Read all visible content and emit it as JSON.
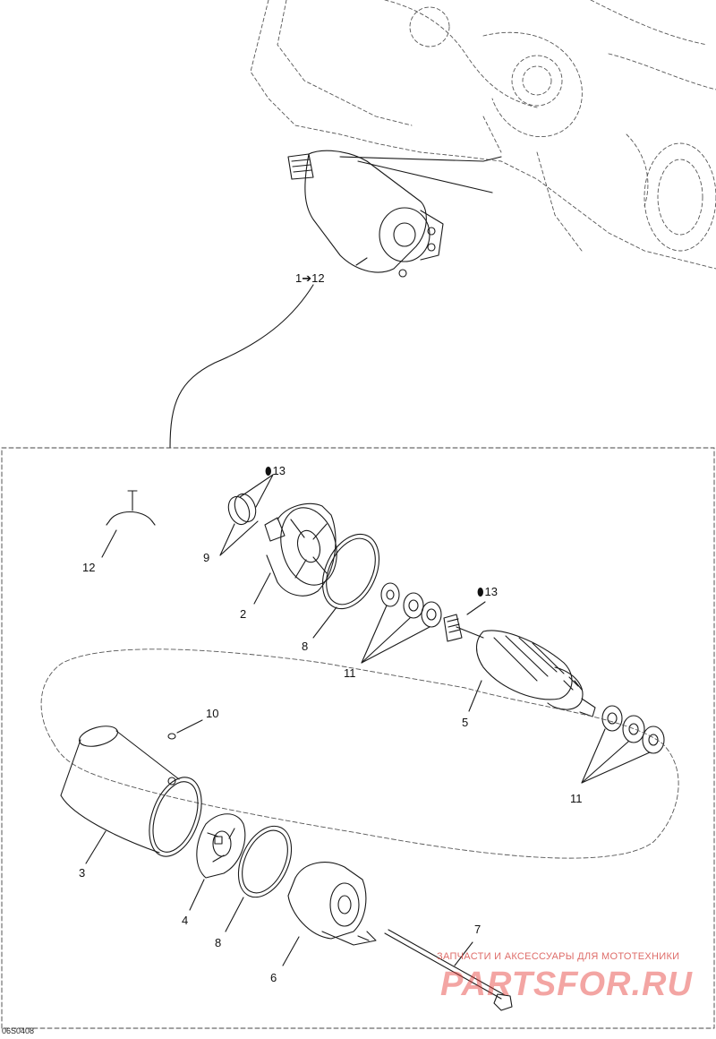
{
  "callouts": {
    "assembly": "1➔12",
    "part_2": "2",
    "part_3": "3",
    "part_4": "4",
    "part_5": "5",
    "part_6": "6",
    "part_7": "7",
    "part_8_upper": "8",
    "part_8_lower": "8",
    "part_9": "9",
    "part_10": "10",
    "part_11_upper": "11",
    "part_11_lower": "11",
    "part_12": "12",
    "lube_13_upper": "13",
    "lube_13_lower": "13",
    "lube_symbol": "⬮"
  },
  "reference_code": "06S0408",
  "watermark": {
    "caption": "ЗАПЧАСТИ И АКСЕССУАРЫ ДЛЯ МОТОТЕХНИКИ",
    "logo": "PARTSFOR.RU"
  },
  "colors": {
    "line": "#1a1a1a",
    "dashed": "#555555",
    "watermark": "#e53935"
  }
}
